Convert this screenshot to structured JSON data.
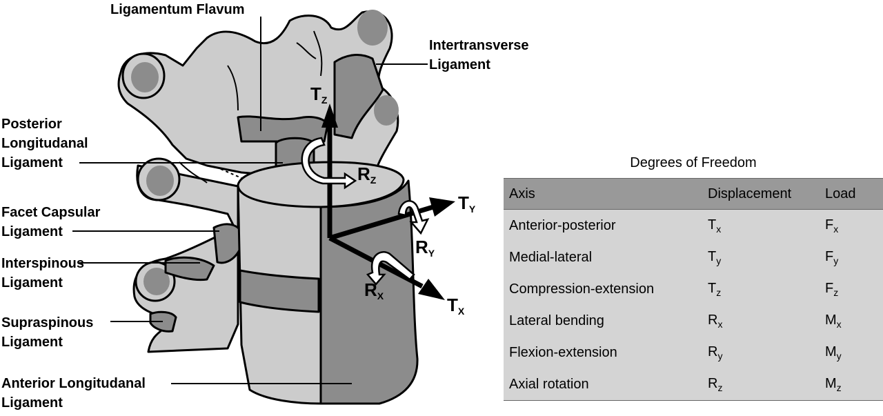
{
  "labels": {
    "ligamentum_flavum": "Ligamentum Flavum",
    "intertransverse_1": "Intertransverse",
    "intertransverse_2": "Ligament",
    "posterior_1": "Posterior",
    "posterior_2": "Longitudanal",
    "posterior_3": "Ligament",
    "facet_1": "Facet Capsular",
    "facet_2": "Ligament",
    "interspinous_1": "Interspinous",
    "interspinous_2": "Ligament",
    "supraspinous_1": "Supraspinous",
    "supraspinous_2": "Ligament",
    "anterior_1": "Anterior Longitudanal",
    "anterior_2": "Ligament"
  },
  "axes": {
    "tz": {
      "main": "T",
      "sub": "Z"
    },
    "rz": {
      "main": "R",
      "sub": "Z"
    },
    "ty": {
      "main": "T",
      "sub": "Y"
    },
    "ry": {
      "main": "R",
      "sub": "Y"
    },
    "rx": {
      "main": "R",
      "sub": "X"
    },
    "tx": {
      "main": "T",
      "sub": "X"
    }
  },
  "dof": {
    "title": "Degrees of Freedom",
    "headers": [
      "Axis",
      "Displacement",
      "Load"
    ],
    "rows": [
      {
        "axis": "Anterior-posterior",
        "disp": "T",
        "disp_sub": "x",
        "load": "F",
        "load_sub": "x"
      },
      {
        "axis": "Medial-lateral",
        "disp": "T",
        "disp_sub": "y",
        "load": "F",
        "load_sub": "y"
      },
      {
        "axis": "Compression-extension",
        "disp": "T",
        "disp_sub": "z",
        "load": "F",
        "load_sub": "z"
      },
      {
        "axis": "Lateral bending",
        "disp": "R",
        "disp_sub": "x",
        "load": "M",
        "load_sub": "x"
      },
      {
        "axis": "Flexion-extension",
        "disp": "R",
        "disp_sub": "y",
        "load": "M",
        "load_sub": "y"
      },
      {
        "axis": "Axial rotation",
        "disp": "R",
        "disp_sub": "z",
        "load": "M",
        "load_sub": "z"
      }
    ]
  },
  "colors": {
    "bone": "#cccccc",
    "ligament": "#8c8c8c",
    "outline": "#000000",
    "table_header": "#999999",
    "table_body": "#d4d4d4"
  }
}
